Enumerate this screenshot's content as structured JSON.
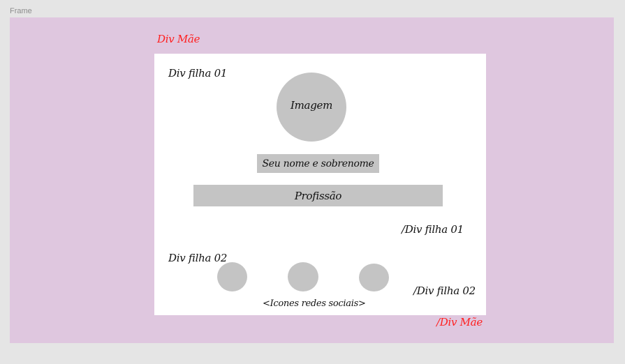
{
  "frame": {
    "label": "Frame"
  },
  "div_mae": {
    "open_label": "Div Mãe",
    "close_label": "/Div Mãe"
  },
  "div_filha_01": {
    "open_label": "Div filha 01",
    "close_label": "/Div filha 01",
    "image_label": "Imagem",
    "name_label": "Seu nome e sobrenome",
    "profession_label": "Profissão"
  },
  "div_filha_02": {
    "open_label": "Div filha 02",
    "close_label": "/Div filha 02",
    "icons_caption": "<Icones redes sociais>"
  },
  "colors": {
    "frame_background": "#dfc7df",
    "placeholder_gray": "#c4c4c4",
    "label_red": "#ff1f1f"
  }
}
